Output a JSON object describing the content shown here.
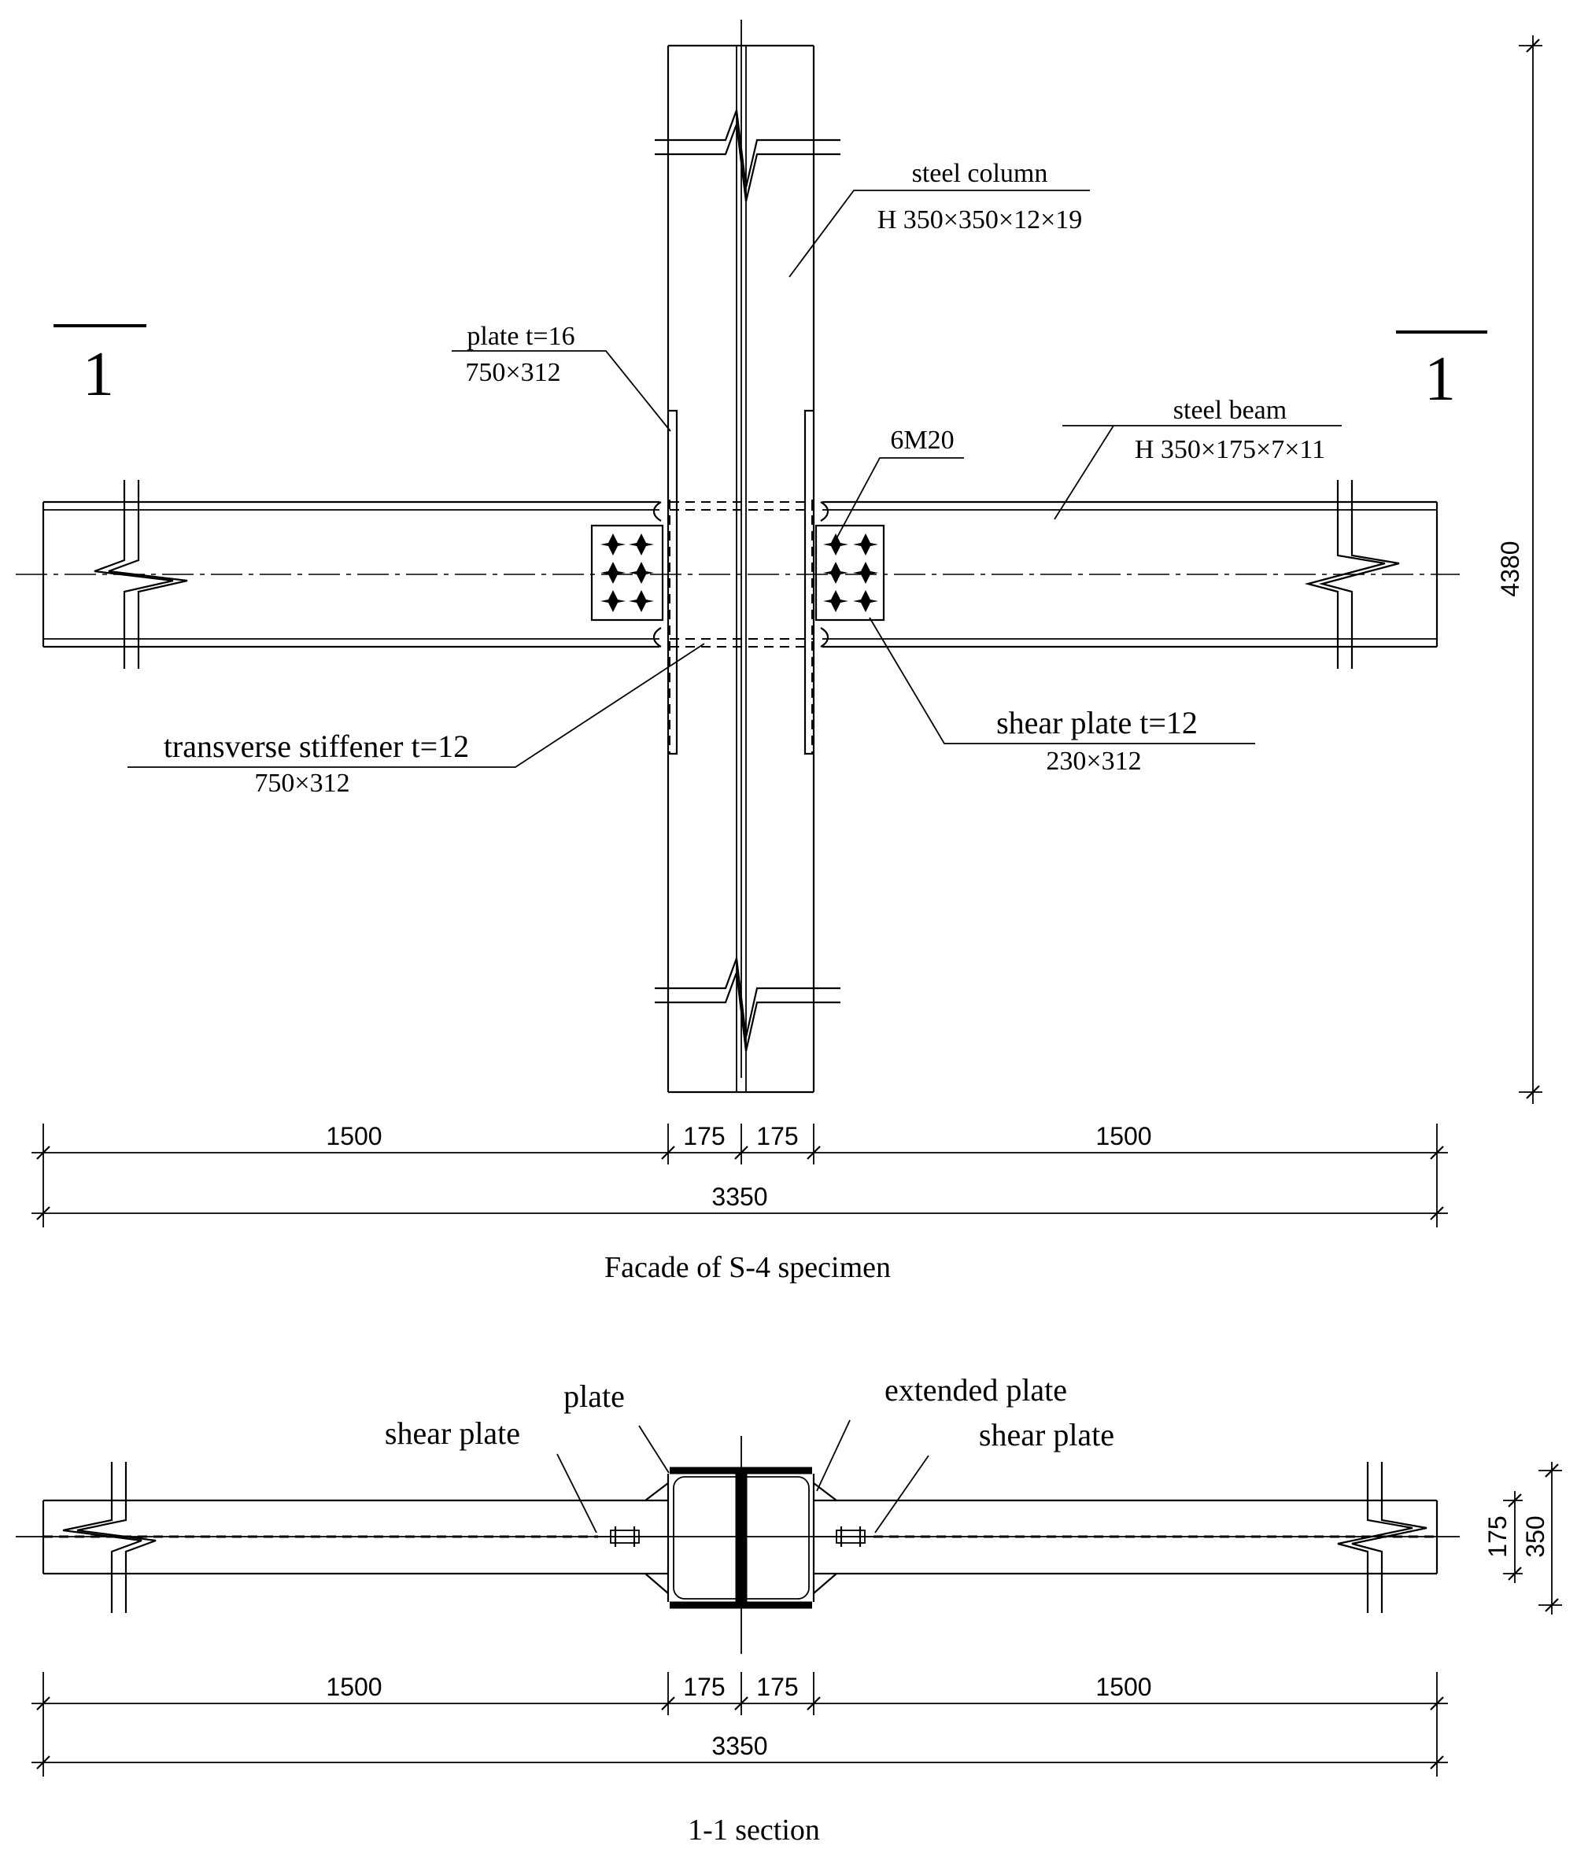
{
  "facade": {
    "section_mark_left": "1",
    "section_mark_right": "1",
    "labels": {
      "steel_column": "steel column",
      "steel_column_size": "H 350×350×12×19",
      "plate": "plate t=16",
      "plate_size": "750×312",
      "bolts": "6M20",
      "steel_beam": "steel beam",
      "steel_beam_size": "H 350×175×7×11",
      "transverse_stiffener": "transverse stiffener t=12",
      "transverse_stiffener_size": "750×312",
      "shear_plate": "shear plate t=12",
      "shear_plate_size": "230×312"
    },
    "dims": {
      "left": "1500",
      "half_left": "175",
      "half_right": "175",
      "right": "1500",
      "total": "3350",
      "height": "4380"
    },
    "caption": "Facade of S-4 specimen"
  },
  "section": {
    "labels": {
      "shear_plate_left": "shear plate",
      "plate": "plate",
      "extended_plate": "extended plate",
      "shear_plate_right": "shear plate"
    },
    "dims": {
      "left": "1500",
      "half_left": "175",
      "half_right": "175",
      "right": "1500",
      "total": "3350",
      "depth_half": "175",
      "depth": "350"
    },
    "caption": "1-1  section"
  }
}
